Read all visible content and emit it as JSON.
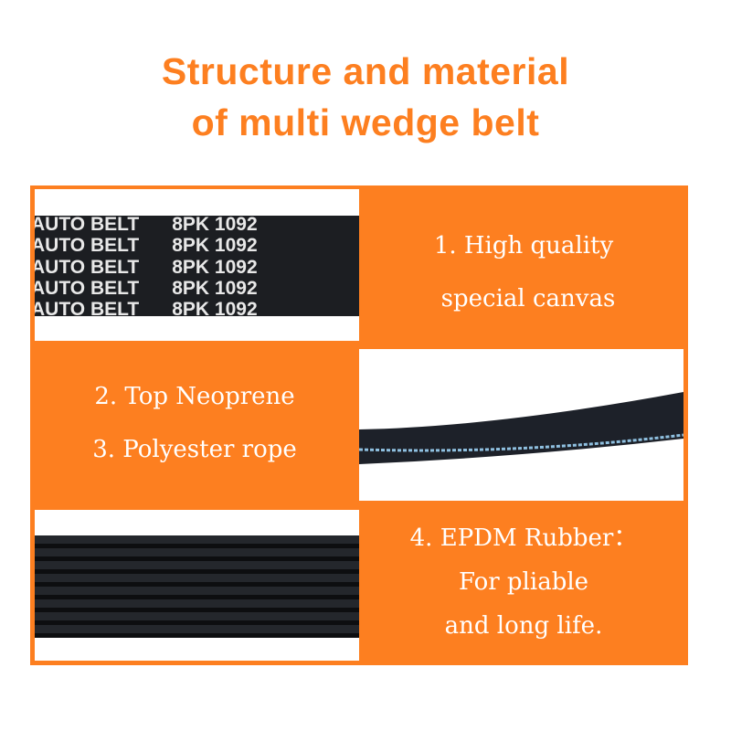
{
  "title": {
    "line1": "Structure and material",
    "line2": "of multi wedge belt"
  },
  "colors": {
    "accent": "#fd7f20",
    "belt": "#1c1e22"
  },
  "belt_print": {
    "brand": "AUTO BELT",
    "code": "8PK 1092"
  },
  "features": {
    "f1": {
      "line1": "1. High quality",
      "line2": "special canvas"
    },
    "f2": {
      "line1": "2. Top Neoprene",
      "line2": "3. Polyester rope"
    },
    "f3": {
      "line1": "4. EPDM Rubber：",
      "line2": "For pliable",
      "line3": "and long life."
    }
  }
}
